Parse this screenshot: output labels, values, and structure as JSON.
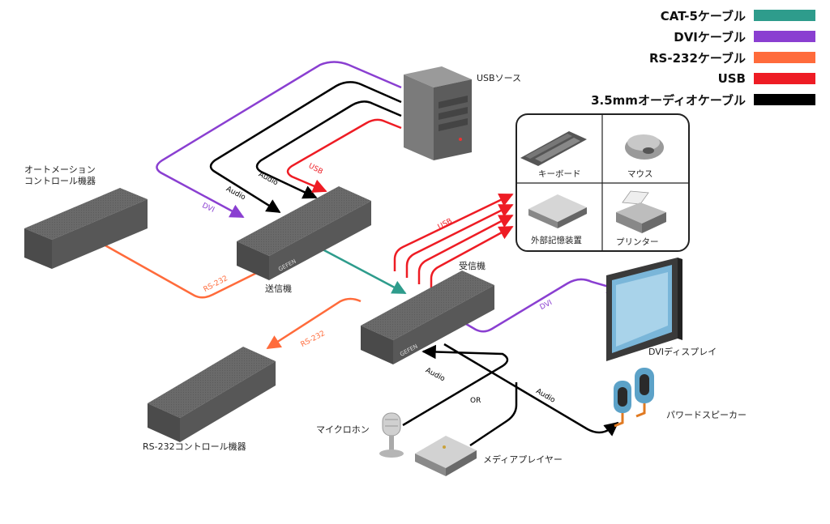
{
  "legend": [
    {
      "label": "CAT-5ケーブル",
      "color": "#2e9c8c"
    },
    {
      "label": "DVIケーブル",
      "color": "#8a3fd1"
    },
    {
      "label": "RS-232ケーブル",
      "color": "#ff6b3b"
    },
    {
      "label": "USB",
      "color": "#ee1c24"
    },
    {
      "label": "3.5mmオーディオケーブル",
      "color": "#000000"
    }
  ],
  "devices": {
    "usb_source": "USBソース",
    "automation": "オートメーション\nコントロール機器",
    "sender": "送信機",
    "receiver": "受信機",
    "rs232_device": "RS-232コントロール機器",
    "microphone": "マイクロホン",
    "media_player": "メディアプレイヤー",
    "powered_speaker": "パワードスピーカー",
    "dvi_display": "DVIディスプレイ"
  },
  "peripherals": {
    "keyboard": "キーボード",
    "mouse": "マウス",
    "storage": "外部記憶装置",
    "printer": "プリンター"
  },
  "cable_labels": {
    "dvi": "DVI",
    "audio": "Audio",
    "usb": "USB",
    "rs232": "RS-232",
    "or": "OR"
  },
  "brand": "GEFEN"
}
